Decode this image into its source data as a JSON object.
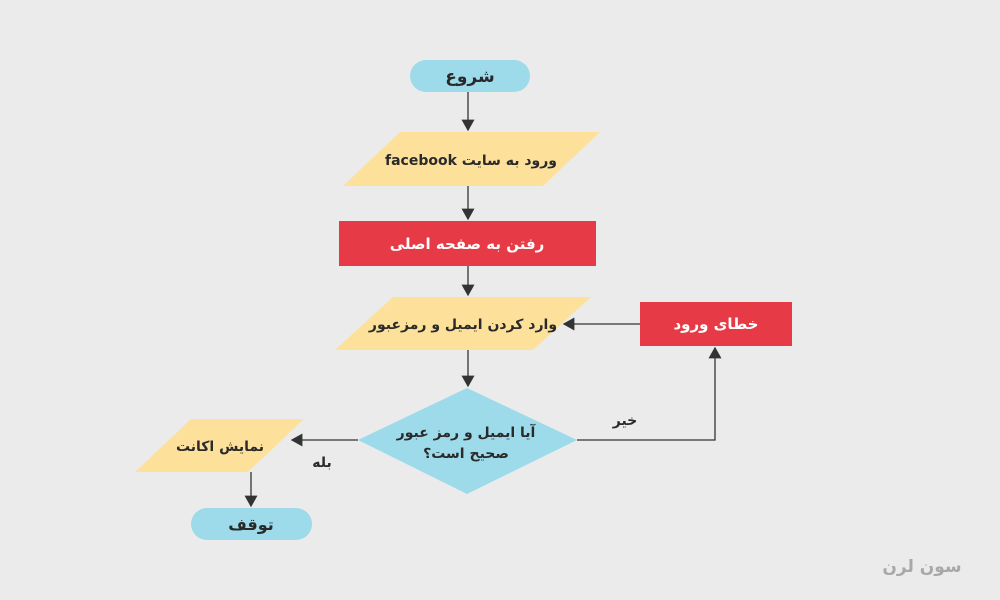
{
  "nodes": {
    "start": "شروع",
    "visit_site": "ورود به سایت facebook",
    "go_home": "رفتن به صفحه اصلی",
    "enter_credentials": "وارد کردن ایمیل و رمزعبور",
    "decision_line1": "آیا ایمیل و رمز عبور",
    "decision_line2": "صحیح است؟",
    "login_error": "خطای ورود",
    "show_account": "نمایش اکانت",
    "stop": "توقف"
  },
  "edges": {
    "no_label": "خیر",
    "yes_label": "بله"
  },
  "logo": "سون لرن",
  "colors": {
    "background": "#ebebeb",
    "terminal": "#9ddbea",
    "io": "#fde19b",
    "process": "#e63b46",
    "decision": "#9ddbea"
  }
}
